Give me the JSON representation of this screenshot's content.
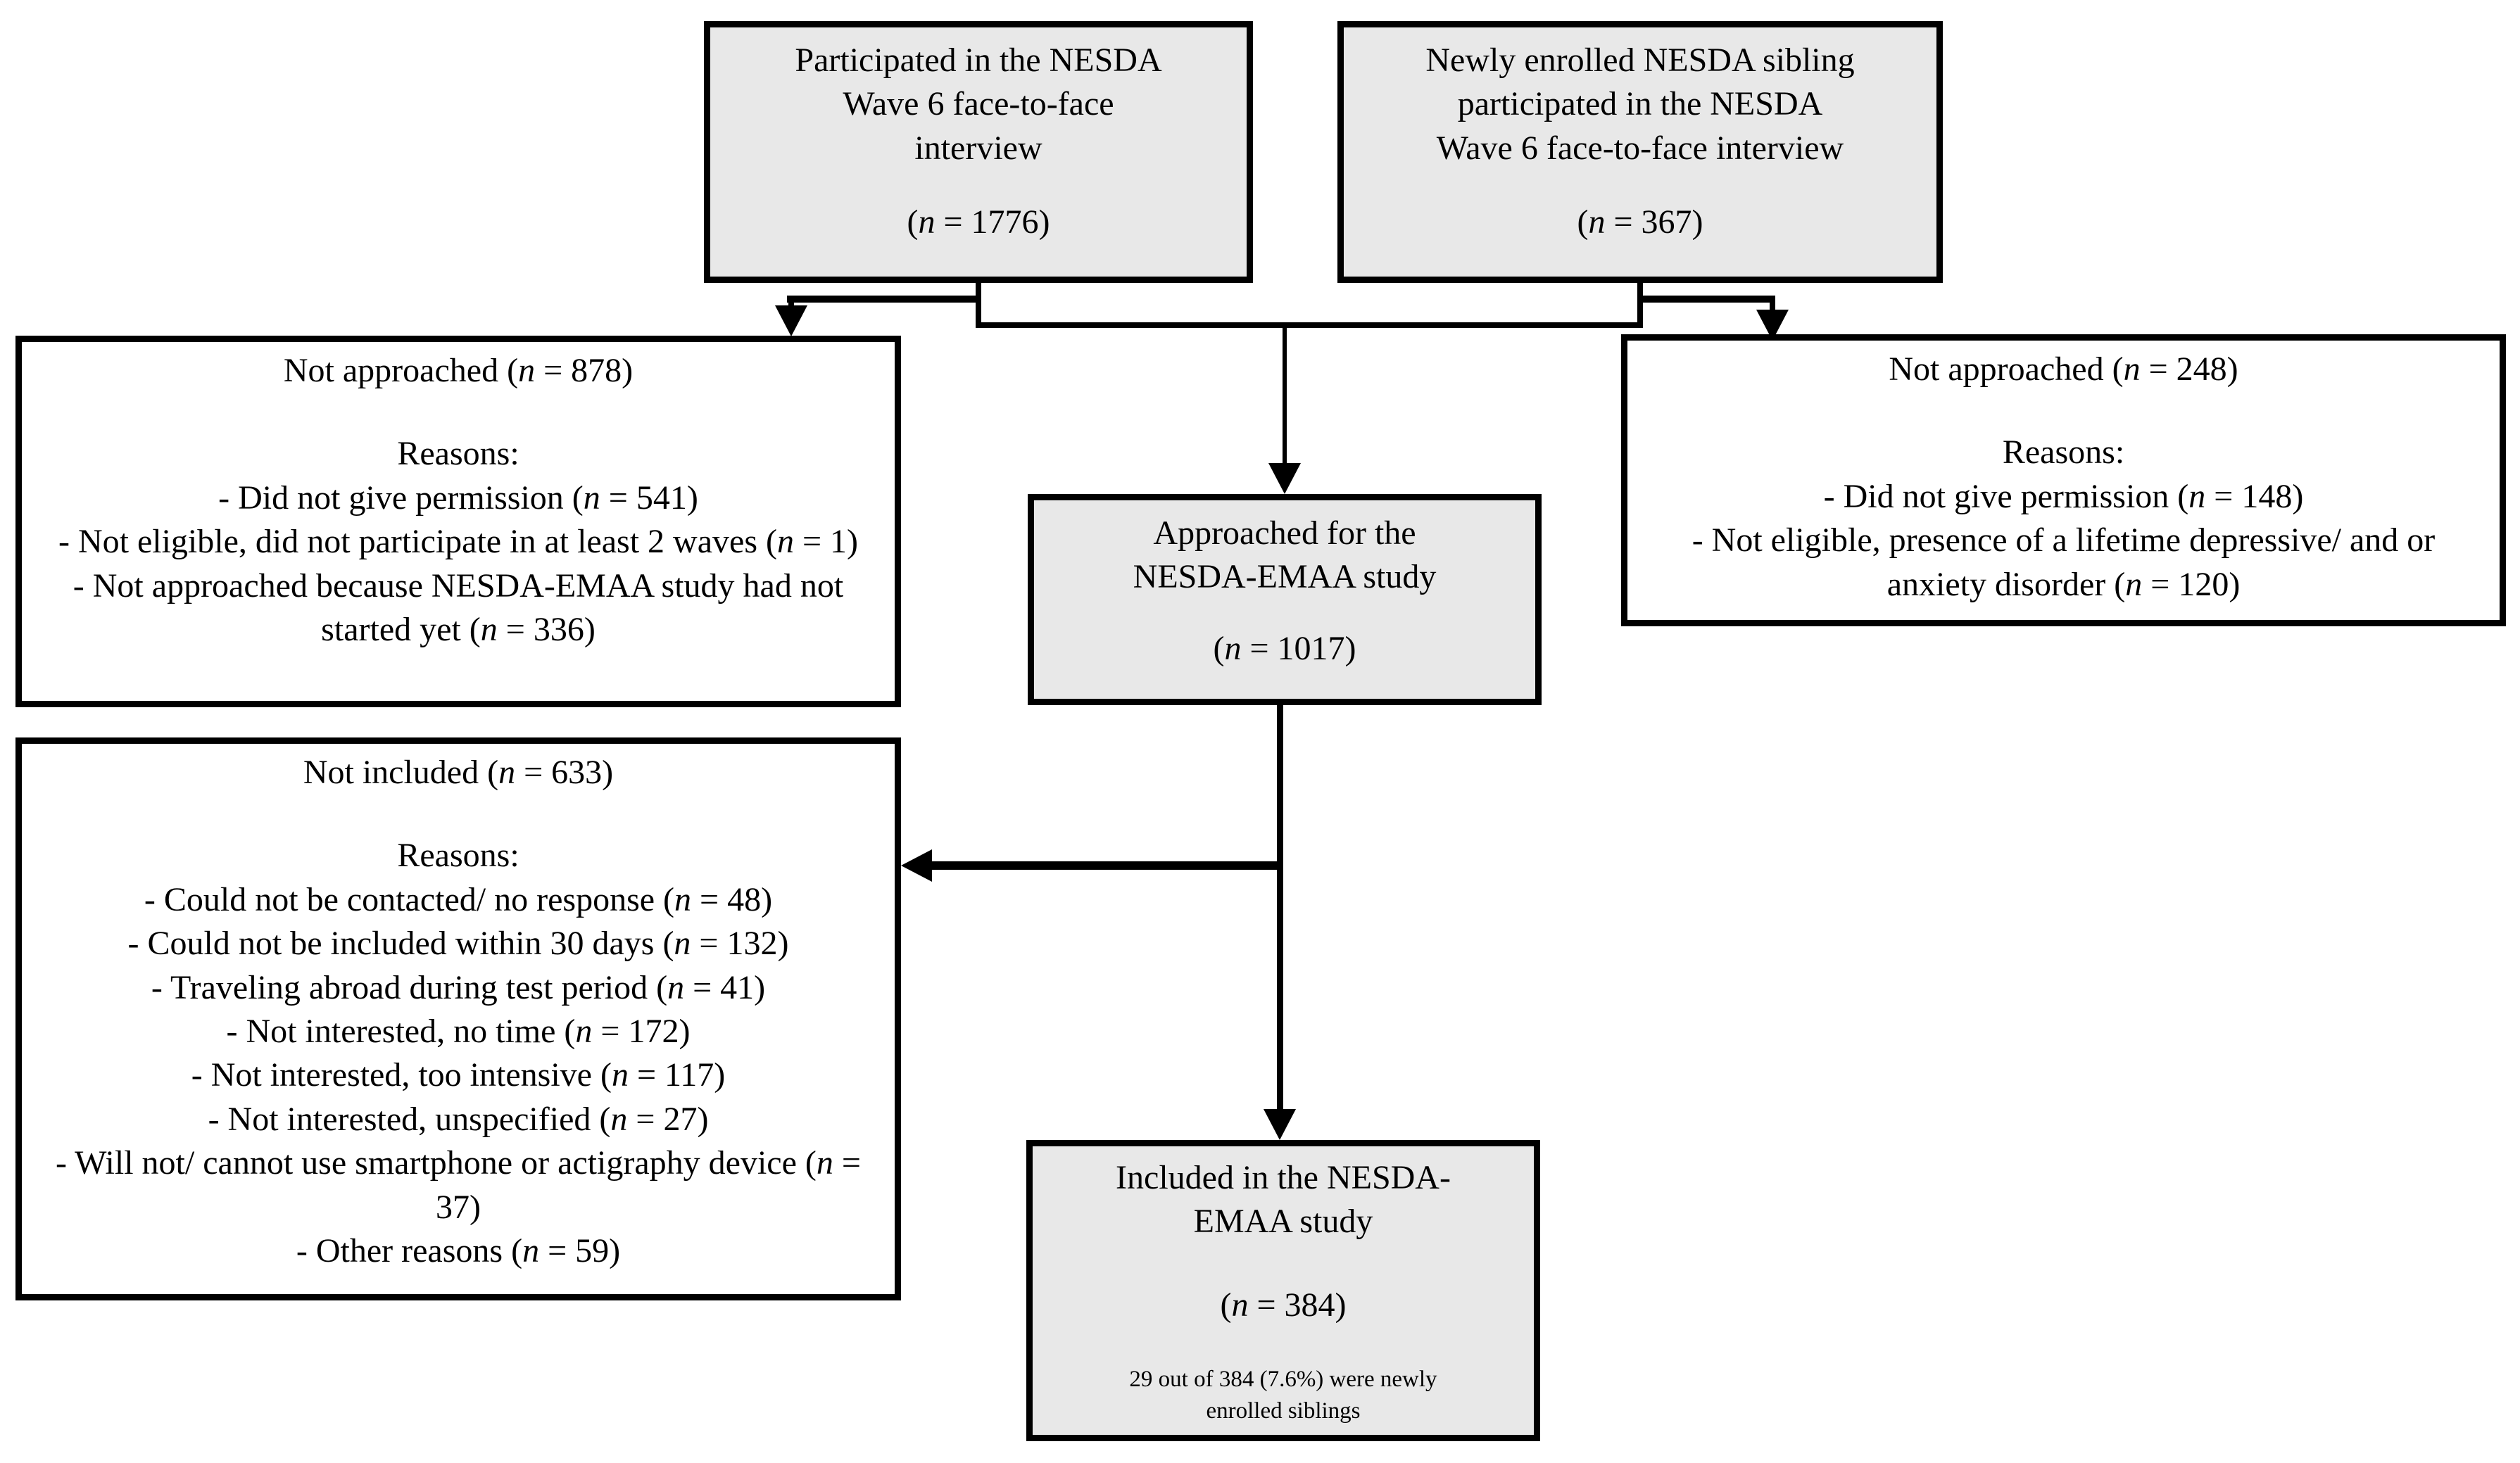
{
  "colors": {
    "background": "#ffffff",
    "box_fill_gray": "#e8e8e8",
    "box_fill_white": "#ffffff",
    "line": "#000000"
  },
  "n_format": {
    "open": "(",
    "symbol": "n",
    "eq": " = ",
    "close": ")"
  },
  "boxes": {
    "participated": {
      "lines": [
        "Participated in the NESDA",
        "Wave 6 face-to-face",
        "interview"
      ],
      "n": "1776"
    },
    "sibling": {
      "lines": [
        "Newly enrolled NESDA sibling",
        "participated in the NESDA",
        "Wave 6 face-to-face interview"
      ],
      "n": "367"
    },
    "approached": {
      "lines": [
        "Approached for the",
        "NESDA-EMAA study"
      ],
      "n": "1017"
    },
    "included": {
      "lines": [
        "Included in the NESDA-",
        "EMAA study"
      ],
      "n": "384",
      "note_lines": [
        "29 out of 384 (7.6%) were newly",
        "enrolled siblings"
      ]
    },
    "not_approached_left": {
      "header": {
        "text": "Not approached",
        "n": "878"
      },
      "reasons_label": "Reasons:",
      "reasons": [
        {
          "text": "- Did not give permission",
          "n": "541"
        },
        {
          "text": "- Not eligible, did not participate in at least 2 waves",
          "n": "1"
        },
        {
          "text": "- Not approached because NESDA-EMAA study had not started yet",
          "n": "336"
        }
      ]
    },
    "not_approached_right": {
      "header": {
        "text": "Not approached",
        "n": "248"
      },
      "reasons_label": "Reasons:",
      "reasons": [
        {
          "text": "- Did not give permission",
          "n": "148"
        },
        {
          "text": "- Not eligible, presence of a lifetime depressive/ and or anxiety disorder",
          "n": "120"
        }
      ]
    },
    "not_included": {
      "header": {
        "text": "Not included",
        "n": "633"
      },
      "reasons_label": "Reasons:",
      "reasons": [
        {
          "text": "- Could not be contacted/ no response",
          "n": "48"
        },
        {
          "text": "- Could not be included within 30 days",
          "n": "132"
        },
        {
          "text": "- Traveling abroad during test period",
          "n": "41"
        },
        {
          "text": "- Not interested, no time",
          "n": "172"
        },
        {
          "text": "- Not interested, too intensive",
          "n": "117"
        },
        {
          "text": "- Not interested, unspecified",
          "n": "27"
        },
        {
          "text": "- Will not/ cannot use smartphone or actigraphy device",
          "n": "37"
        },
        {
          "text": "- Other reasons",
          "n": "59"
        }
      ]
    }
  }
}
